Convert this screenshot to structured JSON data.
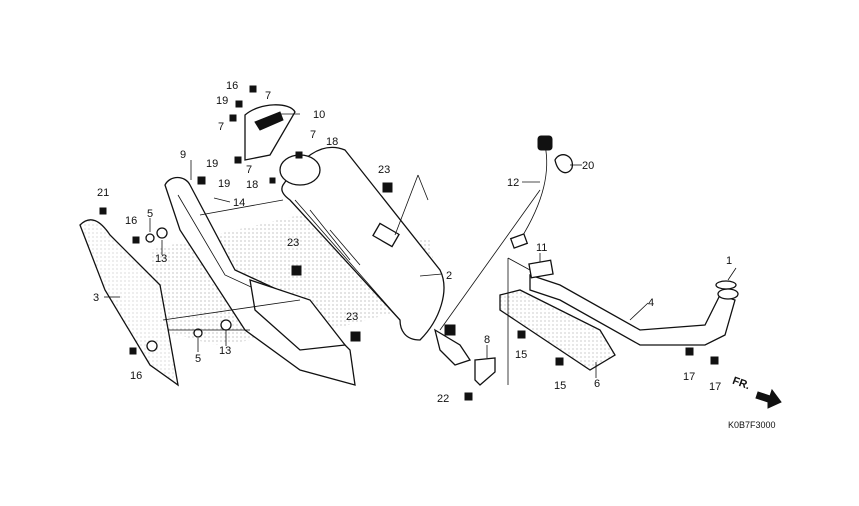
{
  "diagram_code": "K0B7F3000",
  "direction_label": "FR.",
  "callouts": [
    {
      "id": "c1",
      "text": "1"
    },
    {
      "id": "c2",
      "text": "2"
    },
    {
      "id": "c3",
      "text": "3"
    },
    {
      "id": "c4",
      "text": "4"
    },
    {
      "id": "c5a",
      "text": "5"
    },
    {
      "id": "c5b",
      "text": "5"
    },
    {
      "id": "c6",
      "text": "6"
    },
    {
      "id": "c7a",
      "text": "7"
    },
    {
      "id": "c7b",
      "text": "7"
    },
    {
      "id": "c7c",
      "text": "7"
    },
    {
      "id": "c7d",
      "text": "7"
    },
    {
      "id": "c8",
      "text": "8"
    },
    {
      "id": "c9",
      "text": "9"
    },
    {
      "id": "c10",
      "text": "10"
    },
    {
      "id": "c11",
      "text": "11"
    },
    {
      "id": "c12",
      "text": "12"
    },
    {
      "id": "c13a",
      "text": "13"
    },
    {
      "id": "c13b",
      "text": "13"
    },
    {
      "id": "c14",
      "text": "14"
    },
    {
      "id": "c15a",
      "text": "15"
    },
    {
      "id": "c15b",
      "text": "15"
    },
    {
      "id": "c16a",
      "text": "16"
    },
    {
      "id": "c16b",
      "text": "16"
    },
    {
      "id": "c16c",
      "text": "16"
    },
    {
      "id": "c17a",
      "text": "17"
    },
    {
      "id": "c17b",
      "text": "17"
    },
    {
      "id": "c18a",
      "text": "18"
    },
    {
      "id": "c18b",
      "text": "18"
    },
    {
      "id": "c19a",
      "text": "19"
    },
    {
      "id": "c19b",
      "text": "19"
    },
    {
      "id": "c19c",
      "text": "19"
    },
    {
      "id": "c20",
      "text": "20"
    },
    {
      "id": "c21",
      "text": "21"
    },
    {
      "id": "c22",
      "text": "22"
    },
    {
      "id": "c23a",
      "text": "23"
    },
    {
      "id": "c23b",
      "text": "23"
    },
    {
      "id": "c23c",
      "text": "23"
    }
  ]
}
